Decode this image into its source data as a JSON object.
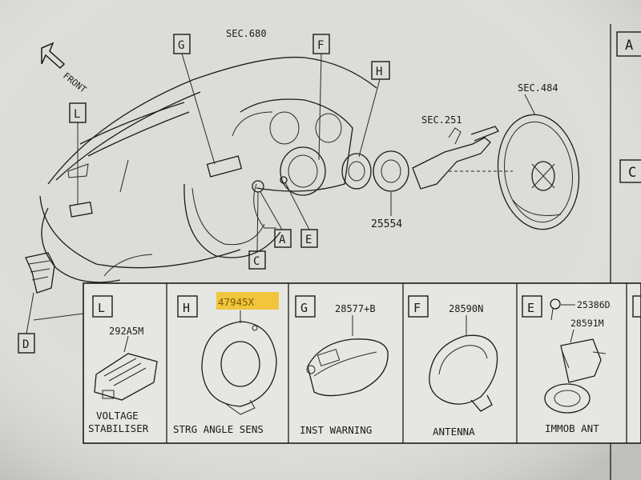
{
  "diagram": {
    "orientation_label": "FRONT",
    "section_refs": {
      "dash": "SEC.680",
      "wheel": "SEC.484",
      "column": "SEC.251"
    },
    "callouts": [
      "L",
      "G",
      "F",
      "H",
      "A",
      "C",
      "E",
      "D"
    ],
    "right_edge_letters": [
      "A",
      "C"
    ],
    "main_part_number": "25554"
  },
  "parts": [
    {
      "letter": "L",
      "number": "292A5M",
      "name_line1": "VOLTAGE",
      "name_line2": "STABILISER"
    },
    {
      "letter": "H",
      "number": "47945X",
      "name_line1": "STRG ANGLE SENS",
      "highlight_color": "#f2c230"
    },
    {
      "letter": "G",
      "number": "28577+B",
      "name_line1": "INST WARNING"
    },
    {
      "letter": "F",
      "number": "28590N",
      "name_line1": "ANTENNA"
    },
    {
      "letter": "E",
      "number": "25386D",
      "number2": "28591M",
      "name_line1": "IMMOB ANT"
    }
  ]
}
